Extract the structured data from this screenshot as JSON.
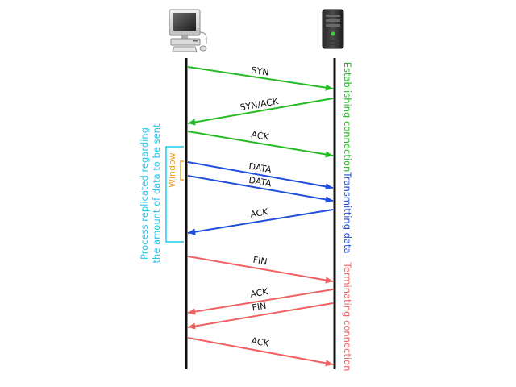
{
  "nodes": {
    "client": {
      "icon": "desktop-computer-icon"
    },
    "server": {
      "icon": "server-tower-icon"
    }
  },
  "messages": [
    {
      "label": "SYN",
      "direction": "client-to-server",
      "phase": "establishing"
    },
    {
      "label": "SYN/ACK",
      "direction": "server-to-client",
      "phase": "establishing"
    },
    {
      "label": "ACK",
      "direction": "client-to-server",
      "phase": "establishing"
    },
    {
      "label": "DATA",
      "direction": "client-to-server",
      "phase": "transmitting"
    },
    {
      "label": "DATA",
      "direction": "client-to-server",
      "phase": "transmitting"
    },
    {
      "label": "ACK",
      "direction": "server-to-client",
      "phase": "transmitting"
    },
    {
      "label": "FIN",
      "direction": "client-to-server",
      "phase": "terminating"
    },
    {
      "label": "ACK",
      "direction": "server-to-client",
      "phase": "terminating"
    },
    {
      "label": "FIN",
      "direction": "server-to-client",
      "phase": "terminating"
    },
    {
      "label": "ACK",
      "direction": "client-to-server",
      "phase": "terminating"
    }
  ],
  "phases": {
    "establishing": {
      "label": "Establishing connection",
      "color": "#22bb22"
    },
    "transmitting": {
      "label": "Transmitting data",
      "color": "#1f4fd8"
    },
    "terminating": {
      "label": "Terminating connection",
      "color": "#f06060"
    }
  },
  "annotations": {
    "window": {
      "label": "Window",
      "color": "#f0a020"
    },
    "process": {
      "line1": "Process replicated regarding",
      "line2": "the amount of data to be sent",
      "color": "#22c8f0"
    }
  },
  "timeline_color": "#111111"
}
